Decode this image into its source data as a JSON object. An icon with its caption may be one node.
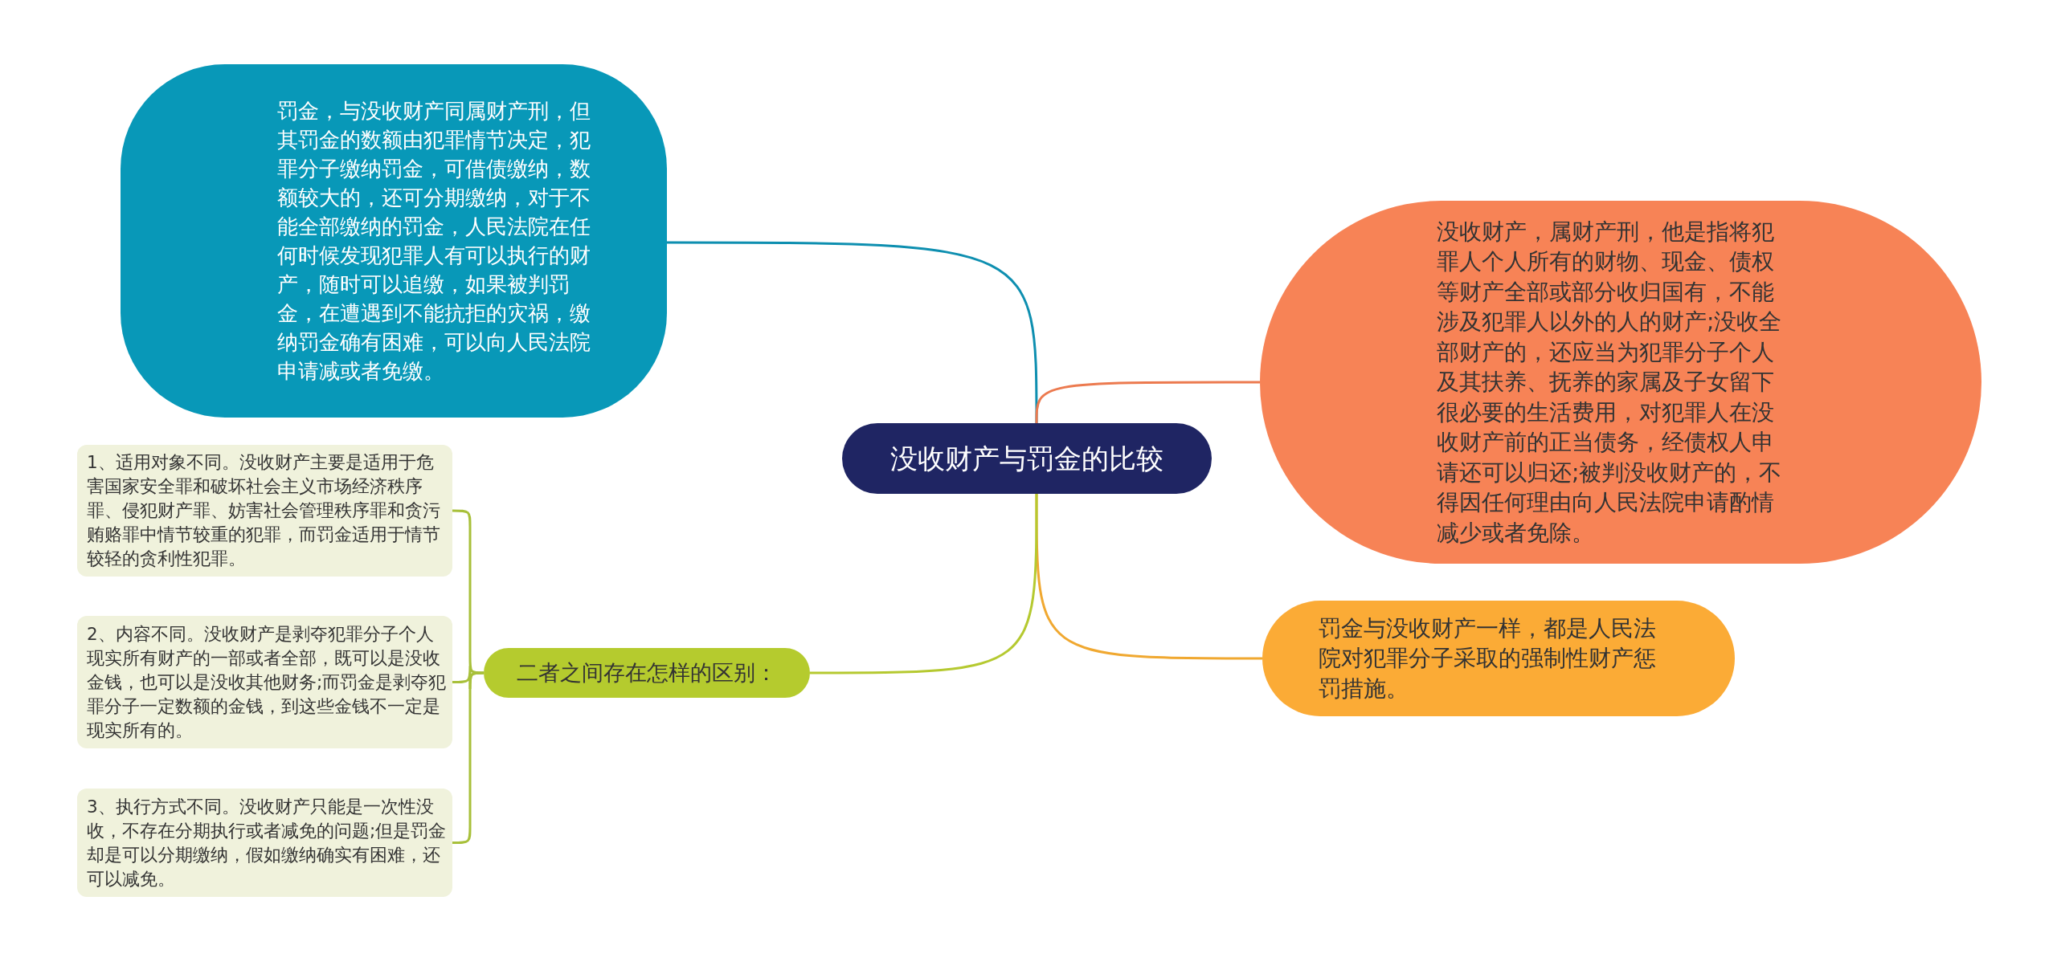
{
  "diagram": {
    "nodes": [
      {
        "text": [
          "没收财产与罚金的比较"
        ]
      },
      {
        "text": [
          "罚金，与没收财产同属财产刑，但其罚金的数额由犯罪情节决定，犯罪分子缴纳罚金，可借债缴纳，数额较大的，还可分期缴纳，对于不能全部缴纳的罚金，人民法院在任何时候发现犯罪人有可以执行的财产，随时可以追缴，如果被判罚金，在遭遇到不能抗拒的灾祸，缴纳罚金确有困难，可以向人民法院申请减或者免缴。"
        ]
      },
      {
        "text": [
          "没收财产，属财产刑，他是指将犯罪人个人所有的财物、现金、债权等财产全部或部分收归国有，不能涉及犯罪人以外的人的财产;没收全部财产的，还应当为犯罪分子个人及其扶养、抚养的家属及子女留下很必要的生活费用，对犯罪人在没收财产前的正当债务，经债权人申请还可以归还;被判没收财产的，不得因任何理由向人民法院申请酌情减少或者免除。"
        ]
      },
      {
        "text": [
          "罚金与没收财产一样，都是人民法院对犯罪分子采取的强制性财产惩罚措施。"
        ]
      },
      {
        "text": [
          "二者之间存在怎样的区别："
        ]
      },
      {
        "text": [
          "1、适用对象不同。没收财产主要是适用于危害国家安全罪和破坏社会主义市场经济秩序罪、侵犯财产罪、妨害社会管理秩序罪和贪污贿赂罪中情节较重的犯罪，而罚金适用于情节较轻的贪利性犯罪。"
        ]
      },
      {
        "text": [
          "2、内容不同。没收财产是剥夺犯罪分子个人现实所有财产的一部或者全部，既可以是没收金钱，也可以是没收其他财务;而罚金是剥夺犯罪分子一定数额的金钱，到这些金钱不一定是现实所有的。"
        ]
      },
      {
        "text": [
          "3、执行方式不同。没收财产只能是一次性没收，不存在分期执行或者减免的问题;但是罚金却是可以分期缴纳，假如缴纳确实有困难，还可以减免。"
        ]
      }
    ],
    "edges": [
      {
        "from": 0,
        "to": 1,
        "arrow": "none",
        "color": "#0e8fb0"
      },
      {
        "from": 0,
        "to": 2,
        "arrow": "none",
        "color": "#ec7a4f"
      },
      {
        "from": 0,
        "to": 3,
        "arrow": "none",
        "color": "#f0a830"
      },
      {
        "from": 0,
        "to": 4,
        "arrow": "none",
        "color": "#b5c930"
      },
      {
        "from": 4,
        "to": 5,
        "arrow": "none",
        "color": "#a8c03a"
      },
      {
        "from": 4,
        "to": 6,
        "arrow": "none",
        "color": "#a8c03a"
      },
      {
        "from": 4,
        "to": 7,
        "arrow": "none",
        "color": "#a8c03a"
      }
    ]
  }
}
